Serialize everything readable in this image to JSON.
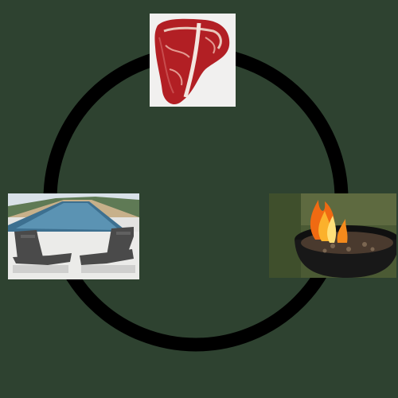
{
  "background_color": "#2e4230",
  "ring_color": "#000000",
  "images": [
    {
      "id": "steak",
      "icon": "raw-t-bone-steak"
    },
    {
      "id": "pool",
      "icon": "pool-with-lounge-chairs"
    },
    {
      "id": "grill",
      "icon": "flaming-charcoal-grill"
    }
  ]
}
